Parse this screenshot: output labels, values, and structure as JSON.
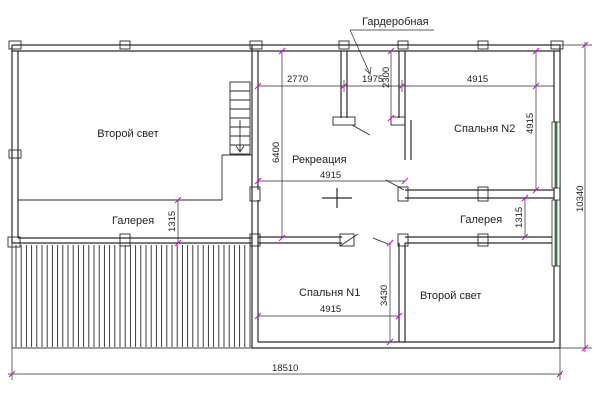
{
  "rooms": {
    "second_light_left": "Второй свет",
    "gallery_left": "Галерея",
    "recreation": "Рекреация",
    "bedroom_2": "Спальня N2",
    "gallery_right": "Галерея",
    "bedroom_1": "Спальня N1",
    "second_light_right": "Второй свет",
    "wardrobe": "Гардеробная"
  },
  "dimensions": {
    "d2770": "2770",
    "d1975": "1975",
    "d2300": "2300",
    "d4915_top": "4915",
    "d4915_right_v": "4915",
    "d6400": "6400",
    "d4915_recreation": "4915",
    "d1315_left": "1315",
    "d1315_right": "1315",
    "d3430": "3430",
    "d4915_bedroom1": "4915",
    "d10340": "10340",
    "d18510": "18510"
  },
  "colors": {
    "ticks": "#e000e0",
    "lines": "#2a2a2a",
    "window_glass": "#2f9d4b"
  }
}
